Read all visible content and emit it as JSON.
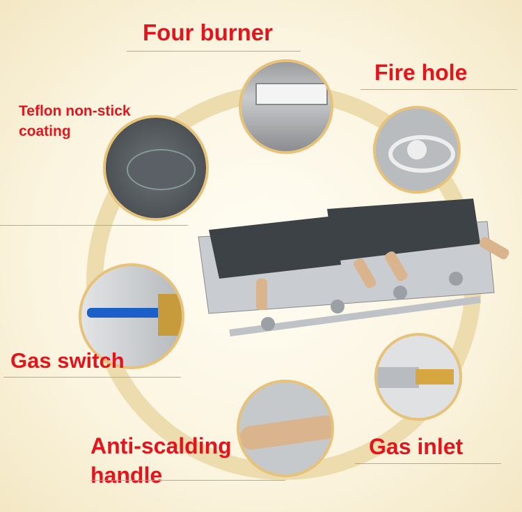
{
  "labels": {
    "four_burner": "Four burner",
    "fire_hole": "Fire hole",
    "teflon": "Teflon non-stick",
    "teflon2": "coating",
    "gas_switch": "Gas switch",
    "anti_scalding": "Anti-scalding",
    "handle": "handle",
    "gas_inlet": "Gas inlet"
  },
  "colors": {
    "label": "#e3151c",
    "ring": "#ecdcae",
    "border": "#e6c27a"
  }
}
